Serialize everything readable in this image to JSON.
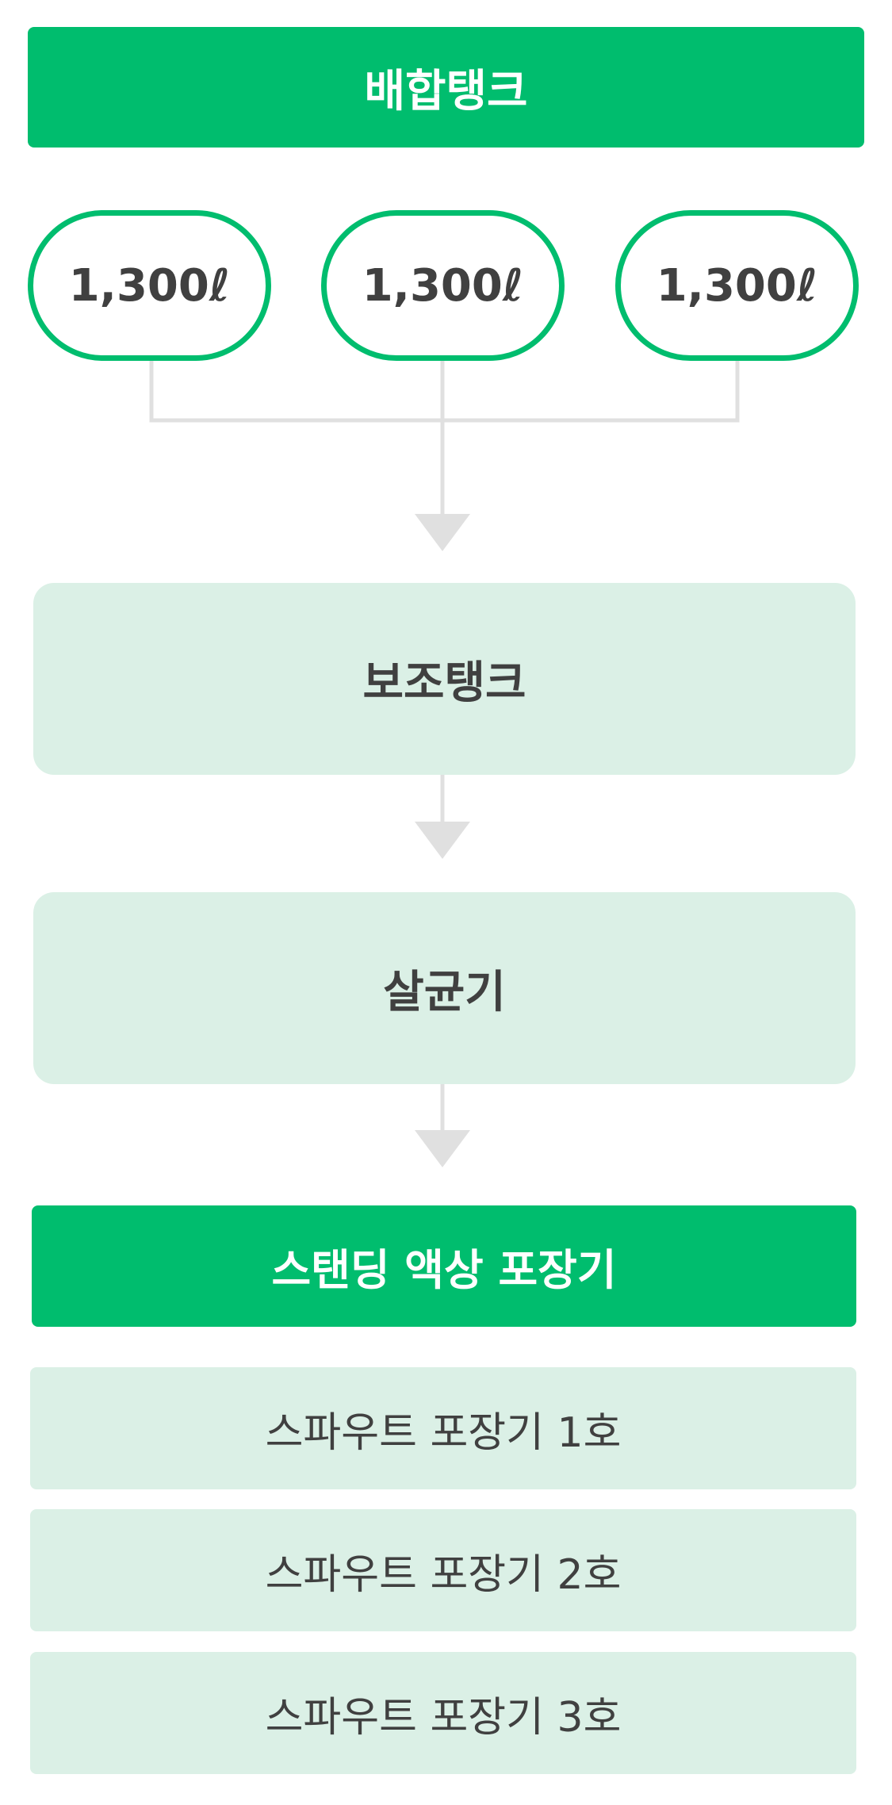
{
  "top_header": {
    "label": "배합탱크"
  },
  "tanks": [
    {
      "capacity": "1,300ℓ"
    },
    {
      "capacity": "1,300ℓ"
    },
    {
      "capacity": "1,300ℓ"
    }
  ],
  "sub_tank": {
    "label": "보조탱크"
  },
  "sterilizer": {
    "label": "살균기"
  },
  "packaging_header": {
    "label": "스탠딩 액상 포장기"
  },
  "spout_machines": [
    {
      "label": "스파우트 포장기 1호"
    },
    {
      "label": "스파우트 포장기 2호"
    },
    {
      "label": "스파우트 포장기 3호"
    }
  ],
  "colors": {
    "accent_green": "#00bd6e",
    "mint_fill": "#dbf0e6",
    "text_dark": "#404040",
    "connector_gray": "#e0e0e0"
  }
}
